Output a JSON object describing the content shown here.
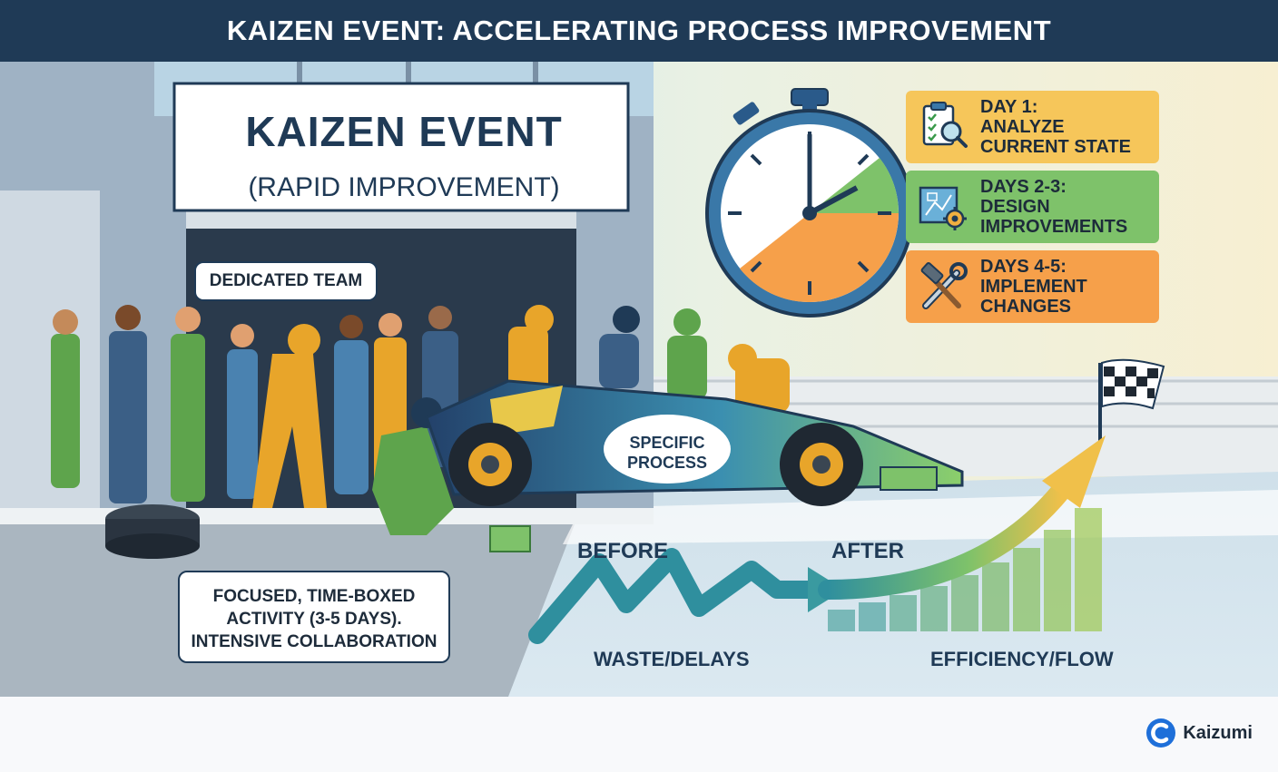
{
  "header": {
    "title": "KAIZEN EVENT: ACCELERATING PROCESS IMPROVEMENT"
  },
  "banner": {
    "title": "KAIZEN EVENT",
    "subtitle": "(RAPID IMPROVEMENT)"
  },
  "callouts": {
    "team": "DEDICATED TEAM",
    "focus_line1": "FOCUSED, TIME-BOXED",
    "focus_line2": "ACTIVITY (3-5 DAYS).",
    "focus_line3": "INTENSIVE COLLABORATION"
  },
  "car": {
    "label": "SPECIFIC\nPROCESS"
  },
  "steps": [
    {
      "label": "DAY 1:\nANALYZE\nCURRENT STATE",
      "icon": "clipboard-magnifier-icon",
      "color": "#f6c65a"
    },
    {
      "label": "DAYS 2-3:\nDESIGN\nIMPROVEMENTS",
      "icon": "blueprint-gear-icon",
      "color": "#7ec26a"
    },
    {
      "label": "DAYS 4-5:\nIMPLEMENT\nCHANGES",
      "icon": "wrench-hammer-icon",
      "color": "#f6a04a"
    }
  ],
  "metrics": {
    "before": "BEFORE",
    "after": "AFTER",
    "waste": "WASTE/DELAYS",
    "efficiency": "EFFICIENCY/FLOW"
  },
  "brand": {
    "name": "Kaizumi"
  },
  "colors": {
    "navy": "#1f3a56",
    "yellow": "#f6c65a",
    "green": "#7ec26a",
    "orange": "#f6a04a",
    "teal": "#3a9aa0"
  }
}
